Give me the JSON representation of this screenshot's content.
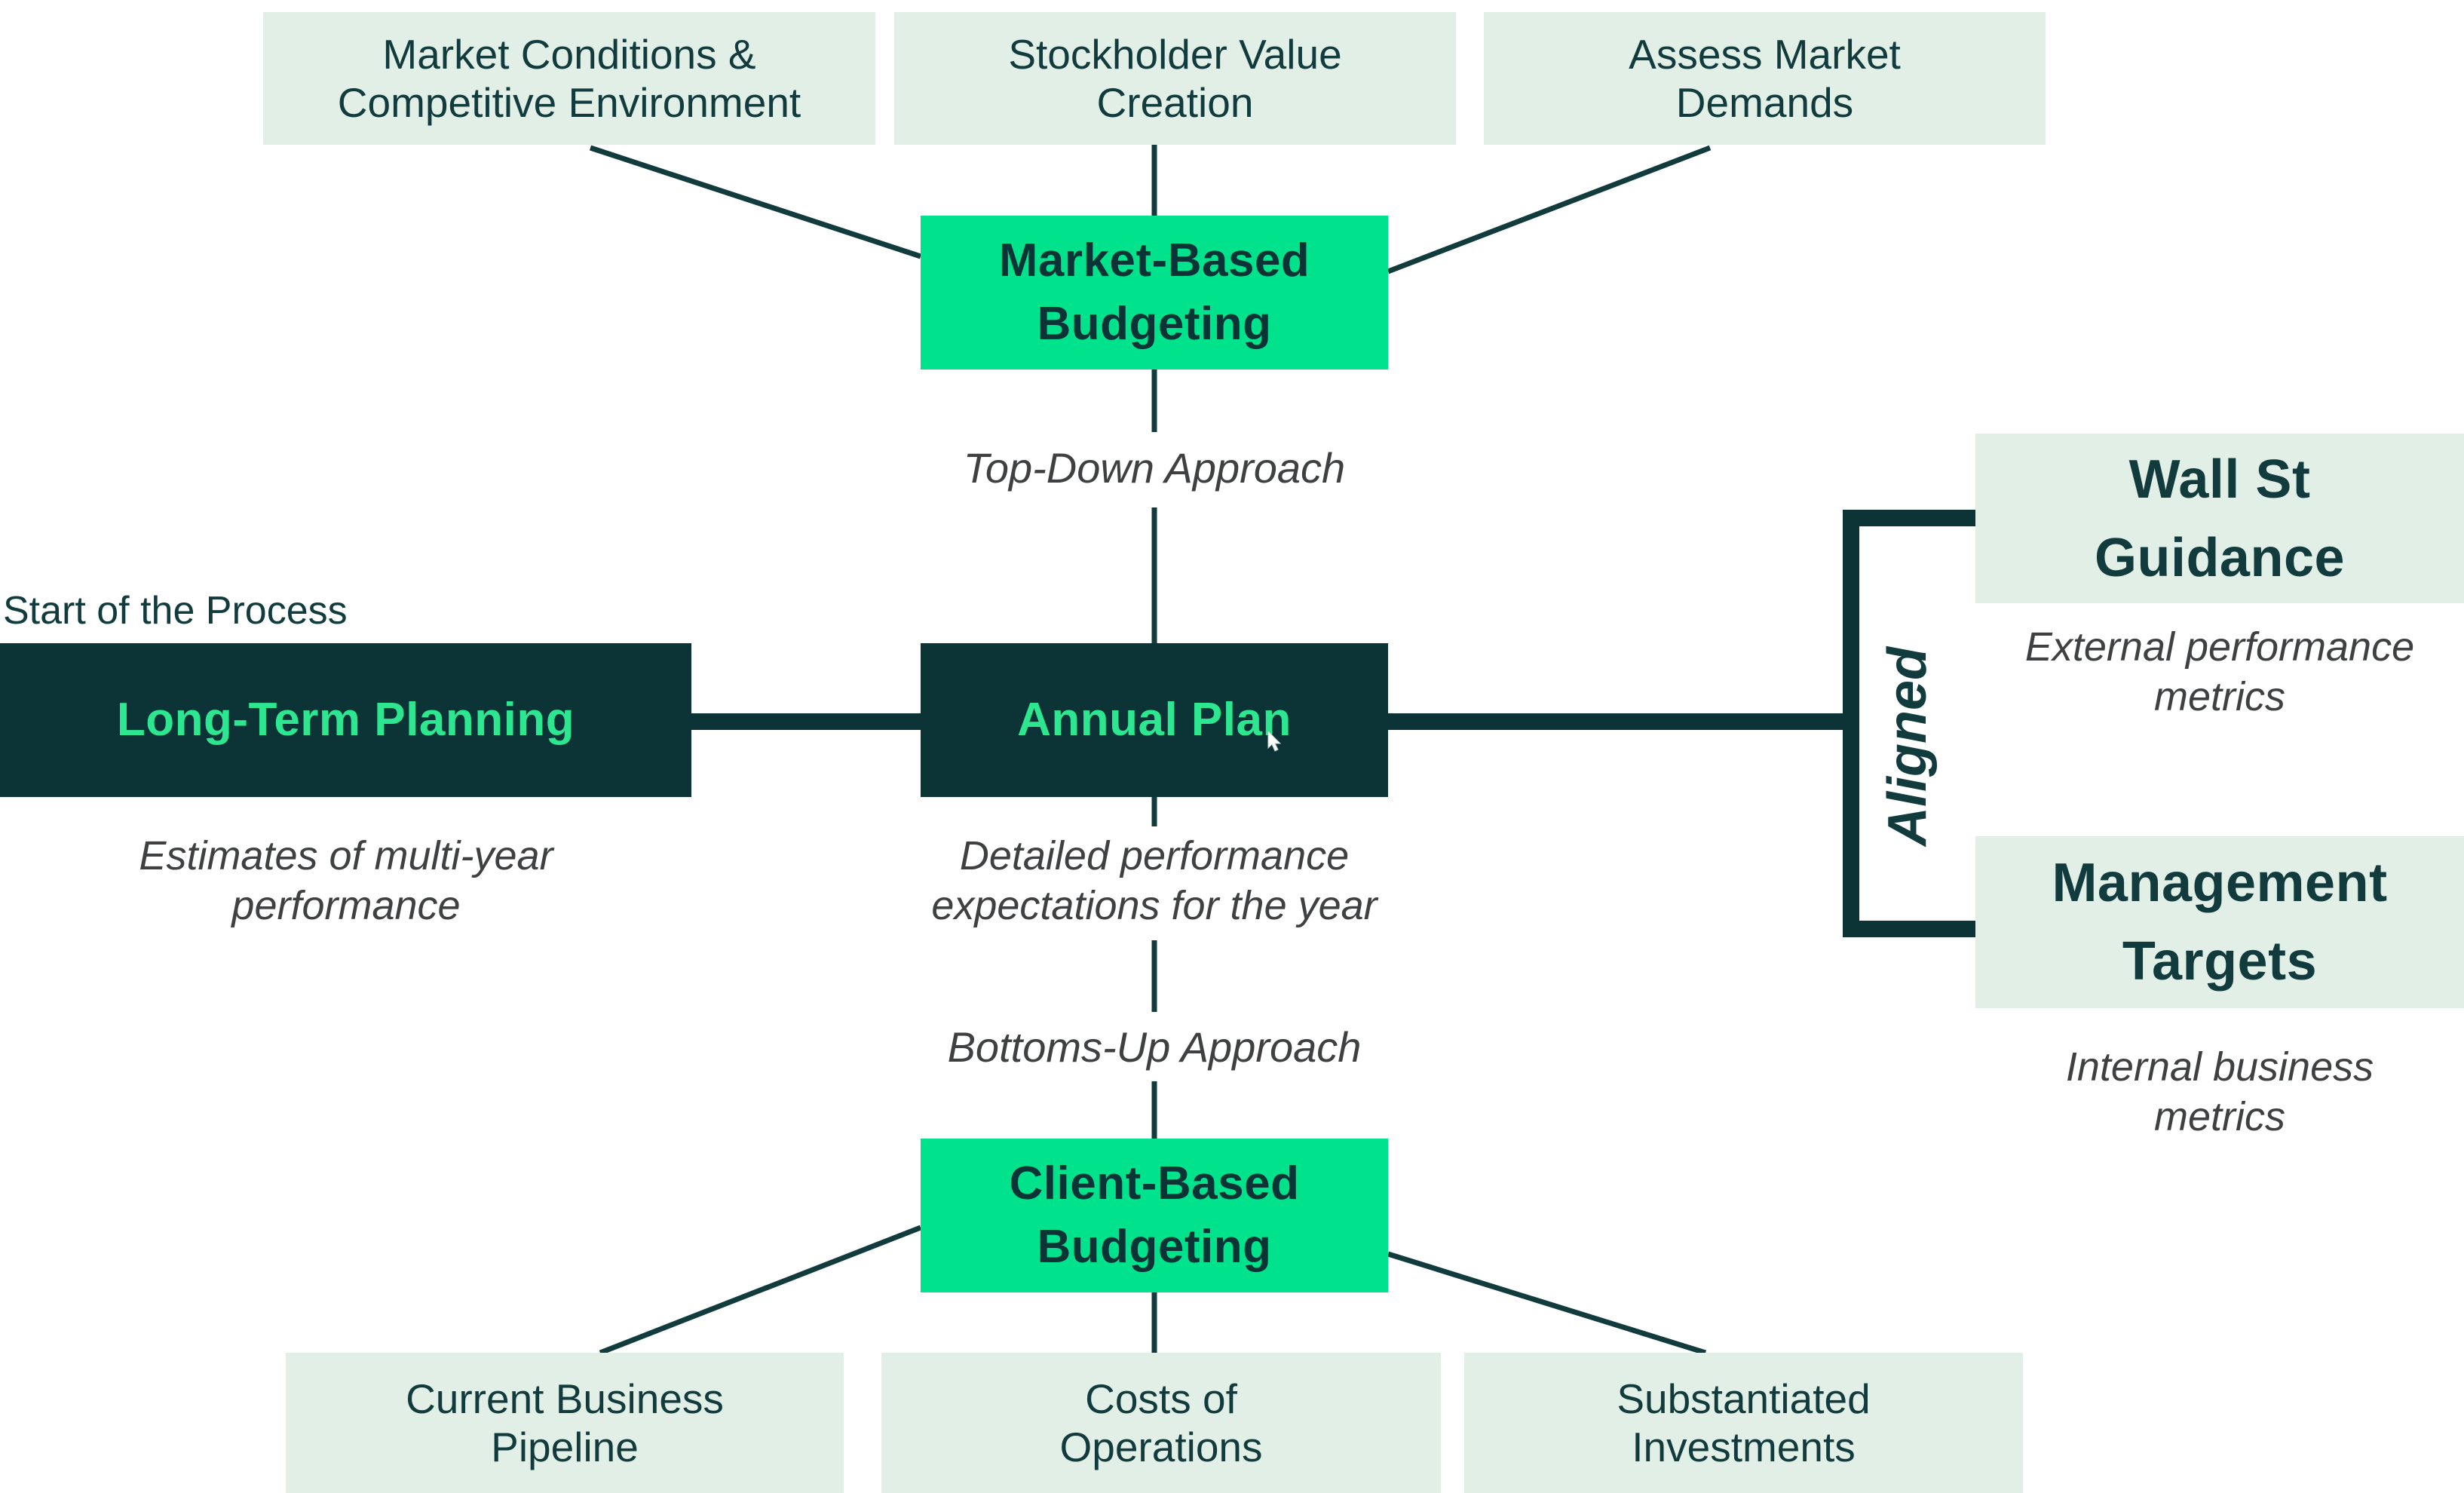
{
  "palette": {
    "bright_green": "#00E28B",
    "light_green": "#E2EFE6",
    "dark_teal": "#0C3336",
    "green_text": "#2CE78F",
    "dark_text": "#123B3E",
    "caption_gray": "#3E4041"
  },
  "labels": {
    "start_of_process": "Start of the Process",
    "top_down": "Top-Down Approach",
    "bottoms_up": "Bottoms-Up Approach",
    "aligned": "Aligned"
  },
  "top_row": [
    {
      "line1": "Market Conditions &",
      "line2": "Competitive Environment"
    },
    {
      "line1": "Stockholder Value",
      "line2": "Creation"
    },
    {
      "line1": "Assess Market",
      "line2": "Demands"
    }
  ],
  "market_based": {
    "line1": "Market-Based",
    "line2": "Budgeting"
  },
  "long_term": {
    "title": "Long-Term Planning",
    "caption1": "Estimates of multi-year",
    "caption2": "performance"
  },
  "annual_plan": {
    "title": "Annual Plan",
    "caption1": "Detailed performance",
    "caption2": "expectations for the year"
  },
  "client_based": {
    "line1": "Client-Based",
    "line2": "Budgeting"
  },
  "wall_st": {
    "line1": "Wall St",
    "line2": "Guidance",
    "caption1": "External performance",
    "caption2": "metrics"
  },
  "management": {
    "line1": "Management",
    "line2": "Targets",
    "caption1": "Internal business",
    "caption2": "metrics"
  },
  "bottom_row": [
    {
      "line1": "Current Business",
      "line2": "Pipeline"
    },
    {
      "line1": "Costs of",
      "line2": "Operations"
    },
    {
      "line1": "Substantiated",
      "line2": "Investments"
    }
  ]
}
